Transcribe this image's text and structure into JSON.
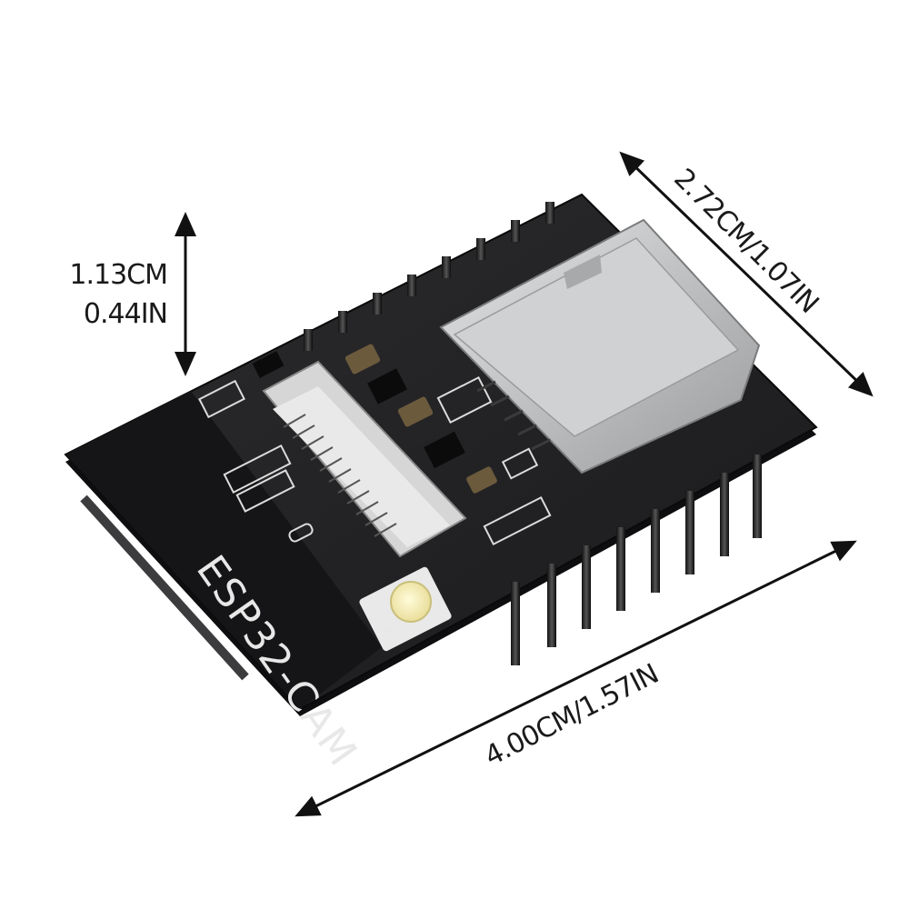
{
  "product": {
    "board_name": "ESP32-CAM",
    "led_polarity_minus": "-",
    "led_polarity_plus": "+"
  },
  "dimensions": {
    "height_cm": "1.13CM",
    "height_in": "0.44IN",
    "width": "2.72CM/1.07IN",
    "length": "4.00CM/1.57IN"
  },
  "colors": {
    "pcb": "#232325",
    "metal": "#c9cacb",
    "led": "#f4ecb0"
  }
}
